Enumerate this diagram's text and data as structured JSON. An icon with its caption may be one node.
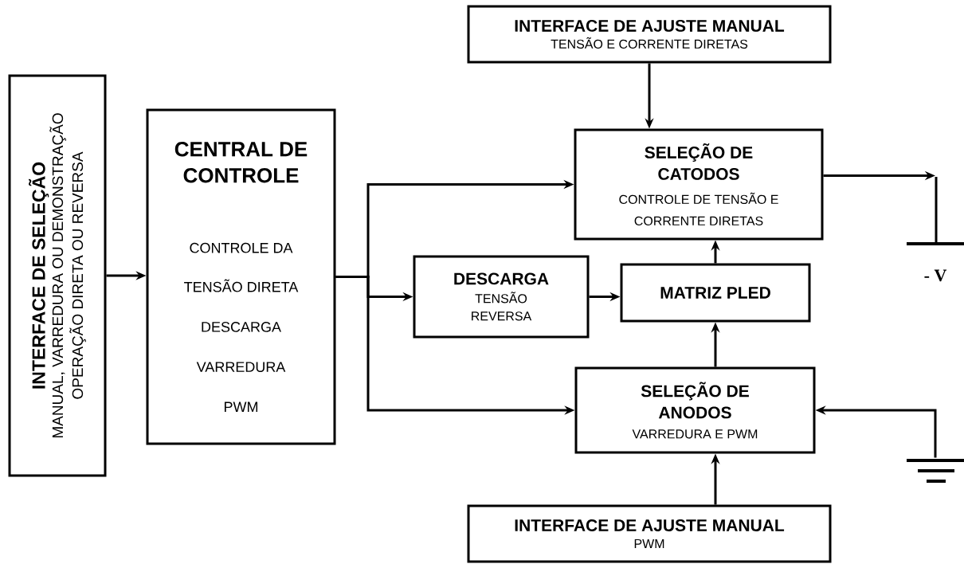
{
  "diagram": {
    "nodes": [
      {
        "text": [
          "INTERFACE DE SELEÇÃO",
          "MANUAL, VARREDURA OU DEMONSTRAÇÃO OPERAÇÃO DIRETA OU REVERSA"
        ]
      },
      {
        "text": [
          "CENTRAL DE CONTROLE",
          "CONTROLE DA TENSÃO DIRETA",
          "DESCARGA",
          "VARREDURA",
          "PWM"
        ]
      },
      {
        "text": [
          "INTERFACE DE AJUSTE MANUAL",
          "TENSÃO E CORRENTE DIRETAS"
        ]
      },
      {
        "text": [
          "SELEÇÃO DE CATODOS",
          "CONTROLE DE TENSÃO E CORRENTE DIRETAS"
        ]
      },
      {
        "text": [
          "DESCARGA",
          "TENSÃO REVERSA"
        ]
      },
      {
        "text": [
          "MATRIZ PLED"
        ]
      },
      {
        "text": [
          "SELEÇÃO DE ANODOS",
          "VARREDURA E PWM"
        ]
      },
      {
        "text": [
          "INTERFACE DE AJUSTE MANUAL",
          "PWM"
        ]
      },
      {
        "text": [],
        "shape": "bar",
        "beside": [
          "- V"
        ]
      },
      {
        "text": [],
        "shape": "ground"
      }
    ],
    "edges": [
      {
        "from": 0,
        "to": 1,
        "arrow": "to"
      },
      {
        "from": 1,
        "to": 3,
        "arrow": "to"
      },
      {
        "from": 1,
        "to": 4,
        "arrow": "to"
      },
      {
        "from": 1,
        "to": 6,
        "arrow": "to"
      },
      {
        "from": 2,
        "to": 3,
        "arrow": "to"
      },
      {
        "from": 4,
        "to": 5,
        "arrow": "to"
      },
      {
        "from": 5,
        "to": 3,
        "arrow": "to"
      },
      {
        "from": 6,
        "to": 5,
        "arrow": "to"
      },
      {
        "from": 7,
        "to": 6,
        "arrow": "to"
      },
      {
        "from": 3,
        "to": 8,
        "arrow": "to"
      },
      {
        "from": 9,
        "to": 6,
        "arrow": "to"
      }
    ]
  }
}
